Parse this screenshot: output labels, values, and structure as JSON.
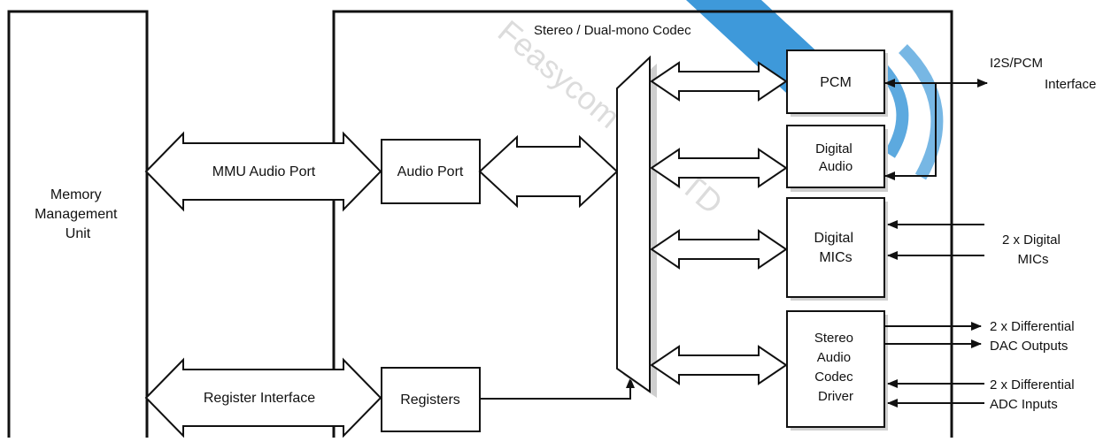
{
  "blocks": {
    "mmu": [
      "Memory",
      "Management",
      "Unit"
    ],
    "codec_title": "Stereo / Dual-mono Codec",
    "audio_port": "Audio Port",
    "registers": "Registers",
    "pcm": "PCM",
    "digital_audio": [
      "Digital",
      "Audio"
    ],
    "digital_mics": [
      "Digital",
      "MICs"
    ],
    "stereo_driver": [
      "Stereo",
      "Audio",
      "Codec",
      "Driver"
    ]
  },
  "buses": {
    "mmu_audio_port": "MMU Audio Port",
    "register_interface": "Register Interface"
  },
  "external": {
    "i2s_pcm": [
      "I2S/PCM",
      "Interface"
    ],
    "digital_mics": [
      "2 x Digital",
      "MICs"
    ],
    "dac_outputs": [
      "2 x  Differential",
      "DAC Outputs"
    ],
    "adc_inputs": [
      "2 x Differential",
      "ADC Inputs"
    ]
  },
  "watermark": "Feasycom Co., LTD",
  "colors": {
    "line": "#111111",
    "watermark": "#2a8fd6"
  }
}
